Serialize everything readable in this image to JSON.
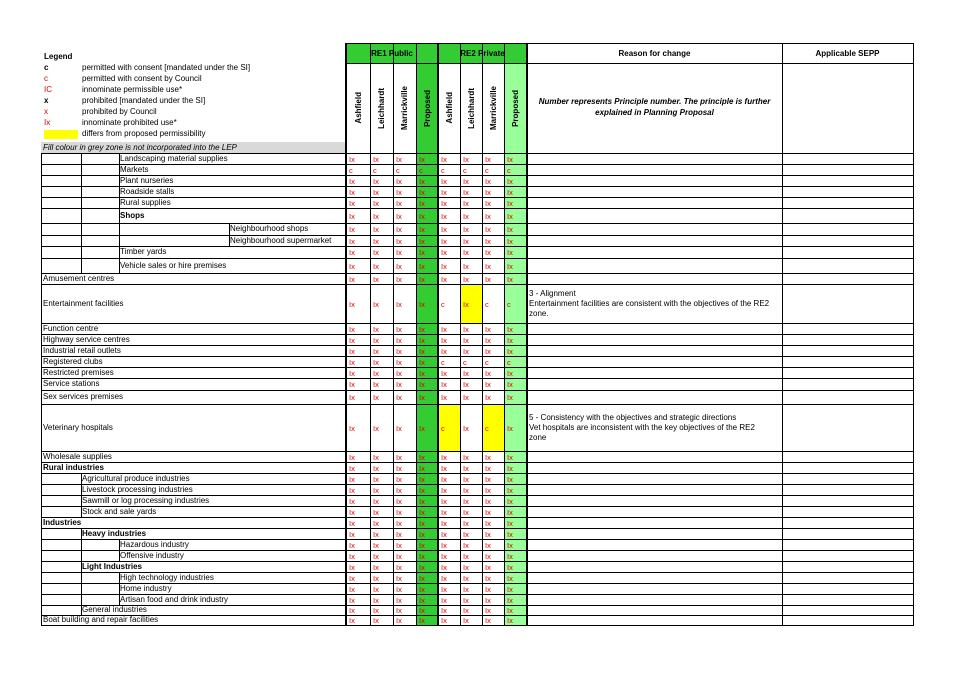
{
  "legend": {
    "title": "Legend",
    "items": [
      {
        "code": "c",
        "desc": "permitted with consent [mandated under the SI]",
        "color": "#000000",
        "bold": true
      },
      {
        "code": "c",
        "desc": "permitted with consent by Council",
        "color": "#e00000",
        "bold": false
      },
      {
        "code": "IC",
        "desc": "innominate permissible use*",
        "color": "#e00000",
        "bold": false
      },
      {
        "code": "x",
        "desc": "prohibited [mandated under the SI]",
        "color": "#000000",
        "bold": true
      },
      {
        "code": "x",
        "desc": "prohibited by Council",
        "color": "#e00000",
        "bold": false
      },
      {
        "code": "Ix",
        "desc": "innominate prohibited use*",
        "color": "#e00000",
        "bold": false
      },
      {
        "code": "",
        "desc": "differs from proposed permissibility",
        "color": "#ffff00",
        "bold": false
      }
    ],
    "grey_note": "Fill colour in grey  zone is not incorporated into the LEP"
  },
  "headers": {
    "re1": "RE1 Public",
    "re2": "RE2 Private",
    "reason": "Reason for change",
    "sepp": "Applicable SEPP",
    "columns": [
      "Ashfield",
      "Leichhardt",
      "Marrickville",
      "Proposed"
    ],
    "reason_note": "Number represents Principle number. The principle is further explained in Planning Proposal"
  },
  "colors": {
    "green_header": "#33cc33",
    "proposed_dark": "#33cc33",
    "proposed_light": "#99ff99",
    "highlight": "#ffff00",
    "code_red": "#e00000",
    "grey": "#d9d9d9"
  },
  "rows": [
    {
      "label": "Landscaping material supplies",
      "indent": 2,
      "bold": false,
      "codes": [
        "Ix",
        "Ix",
        "Ix",
        "Ix",
        "Ix",
        "Ix",
        "Ix",
        "Ix"
      ]
    },
    {
      "label": "Markets",
      "indent": 2,
      "bold": false,
      "codes": [
        "c",
        "c",
        "c",
        "c",
        "c",
        "c",
        "c",
        "c"
      ]
    },
    {
      "label": "Plant nurseries",
      "indent": 2,
      "bold": false,
      "codes": [
        "Ix",
        "Ix",
        "Ix",
        "Ix",
        "Ix",
        "Ix",
        "Ix",
        "Ix"
      ]
    },
    {
      "label": "Roadside stalls",
      "indent": 2,
      "bold": false,
      "codes": [
        "Ix",
        "Ix",
        "Ix",
        "Ix",
        "Ix",
        "Ix",
        "Ix",
        "Ix"
      ]
    },
    {
      "label": "Rural supplies",
      "indent": 2,
      "bold": false,
      "codes": [
        "Ix",
        "Ix",
        "Ix",
        "Ix",
        "Ix",
        "Ix",
        "Ix",
        "Ix"
      ]
    },
    {
      "label": "Shops",
      "indent": 2,
      "bold": true,
      "codes": [
        "Ix",
        "Ix",
        "Ix",
        "Ix",
        "Ix",
        "Ix",
        "Ix",
        "Ix"
      ]
    },
    {
      "label": "Neighbourhood shops",
      "indent": 3,
      "bold": false,
      "codes": [
        "Ix",
        "Ix",
        "Ix",
        "Ix",
        "Ix",
        "Ix",
        "Ix",
        "Ix"
      ]
    },
    {
      "label": "Neighbourhood supermarket",
      "indent": 3,
      "bold": false,
      "codes": [
        "Ix",
        "Ix",
        "Ix",
        "Ix",
        "Ix",
        "Ix",
        "Ix",
        "Ix"
      ]
    },
    {
      "label": "Timber yards",
      "indent": 2,
      "bold": false,
      "codes": [
        "Ix",
        "Ix",
        "Ix",
        "Ix",
        "Ix",
        "Ix",
        "Ix",
        "Ix"
      ]
    },
    {
      "label": "Vehicle sales or hire premises",
      "indent": 2,
      "bold": false,
      "codes": [
        "Ix",
        "Ix",
        "Ix",
        "Ix",
        "Ix",
        "Ix",
        "Ix",
        "Ix"
      ]
    },
    {
      "label": "Amusement centres",
      "indent": 0,
      "bold": false,
      "codes": [
        "Ix",
        "Ix",
        "Ix",
        "Ix",
        "Ix",
        "Ix",
        "Ix",
        "Ix"
      ]
    },
    {
      "label": "Entertainment facilities",
      "indent": 0,
      "bold": false,
      "codes": [
        "Ix",
        "Ix",
        "Ix",
        "Ix",
        "c",
        "Ix",
        "c",
        "c"
      ],
      "reason": [
        "3 -  Alignment",
        "Entertainment facilities are consistent with the objectives of the RE2",
        "zone."
      ]
    },
    {
      "label": "Function centre",
      "indent": 0,
      "bold": false,
      "codes": [
        "Ix",
        "Ix",
        "Ix",
        "Ix",
        "Ix",
        "Ix",
        "Ix",
        "Ix"
      ]
    },
    {
      "label": "Highway service centres",
      "indent": 0,
      "bold": false,
      "codes": [
        "Ix",
        "Ix",
        "Ix",
        "Ix",
        "Ix",
        "Ix",
        "Ix",
        "Ix"
      ]
    },
    {
      "label": "Industrial retail outlets",
      "indent": 0,
      "bold": false,
      "codes": [
        "Ix",
        "Ix",
        "Ix",
        "Ix",
        "Ix",
        "Ix",
        "Ix",
        "Ix"
      ]
    },
    {
      "label": "Registered clubs",
      "indent": 0,
      "bold": false,
      "codes": [
        "Ix",
        "Ix",
        "Ix",
        "Ix",
        "c",
        "c",
        "c",
        "c"
      ]
    },
    {
      "label": "Restricted premises",
      "indent": 0,
      "bold": false,
      "codes": [
        "Ix",
        "Ix",
        "Ix",
        "Ix",
        "Ix",
        "Ix",
        "Ix",
        "Ix"
      ]
    },
    {
      "label": "Service stations",
      "indent": 0,
      "bold": false,
      "codes": [
        "Ix",
        "Ix",
        "Ix",
        "Ix",
        "Ix",
        "Ix",
        "Ix",
        "Ix"
      ]
    },
    {
      "label": "Sex services premises",
      "indent": 0,
      "bold": false,
      "codes": [
        "Ix",
        "Ix",
        "Ix",
        "Ix",
        "Ix",
        "Ix",
        "Ix",
        "Ix"
      ]
    },
    {
      "label": "Veterinary hospitals",
      "indent": 0,
      "bold": false,
      "codes": [
        "Ix",
        "Ix",
        "Ix",
        "Ix",
        "c",
        "Ix",
        "c",
        "Ix"
      ],
      "reason": [
        "5 - Consistency with the objectives and strategic directions",
        "Vet hospitals are inconsistent with the key  objectives  of the RE2",
        "zone"
      ]
    },
    {
      "label": "Wholesale supplies",
      "indent": 0,
      "bold": false,
      "codes": [
        "Ix",
        "Ix",
        "Ix",
        "Ix",
        "Ix",
        "Ix",
        "Ix",
        "Ix"
      ]
    },
    {
      "label": "Rural industries",
      "indent": 0,
      "bold": true,
      "codes": [
        "Ix",
        "Ix",
        "Ix",
        "Ix",
        "Ix",
        "Ix",
        "Ix",
        "Ix"
      ]
    },
    {
      "label": "Agricultural produce industries",
      "indent": 1,
      "bold": false,
      "codes": [
        "Ix",
        "Ix",
        "Ix",
        "Ix",
        "Ix",
        "Ix",
        "Ix",
        "Ix"
      ]
    },
    {
      "label": "Livestock processing industries",
      "indent": 1,
      "bold": false,
      "codes": [
        "Ix",
        "Ix",
        "Ix",
        "Ix",
        "Ix",
        "Ix",
        "Ix",
        "Ix"
      ]
    },
    {
      "label": "Sawmill or log processing industries",
      "indent": 1,
      "bold": false,
      "codes": [
        "Ix",
        "Ix",
        "Ix",
        "Ix",
        "Ix",
        "Ix",
        "Ix",
        "Ix"
      ]
    },
    {
      "label": "Stock and sale yards",
      "indent": 1,
      "bold": false,
      "codes": [
        "Ix",
        "Ix",
        "Ix",
        "Ix",
        "Ix",
        "Ix",
        "Ix",
        "Ix"
      ]
    },
    {
      "label": "Industries",
      "indent": 0,
      "bold": true,
      "codes": [
        "Ix",
        "Ix",
        "Ix",
        "Ix",
        "Ix",
        "Ix",
        "Ix",
        "Ix"
      ]
    },
    {
      "label": "Heavy industries",
      "indent": 1,
      "bold": true,
      "codes": [
        "Ix",
        "Ix",
        "Ix",
        "Ix",
        "Ix",
        "Ix",
        "Ix",
        "Ix"
      ]
    },
    {
      "label": "Hazardous industry",
      "indent": 2,
      "bold": false,
      "codes": [
        "Ix",
        "Ix",
        "Ix",
        "Ix",
        "Ix",
        "Ix",
        "Ix",
        "Ix"
      ]
    },
    {
      "label": "Offensive industry",
      "indent": 2,
      "bold": false,
      "codes": [
        "Ix",
        "Ix",
        "Ix",
        "Ix",
        "Ix",
        "Ix",
        "Ix",
        "Ix"
      ]
    },
    {
      "label": "Light Industries",
      "indent": 1,
      "bold": true,
      "codes": [
        "Ix",
        "Ix",
        "Ix",
        "Ix",
        "Ix",
        "Ix",
        "Ix",
        "Ix"
      ]
    },
    {
      "label": "High technology industries",
      "indent": 2,
      "bold": false,
      "codes": [
        "Ix",
        "Ix",
        "Ix",
        "Ix",
        "Ix",
        "Ix",
        "Ix",
        "Ix"
      ]
    },
    {
      "label": "Home industry",
      "indent": 2,
      "bold": false,
      "codes": [
        "Ix",
        "Ix",
        "Ix",
        "Ix",
        "Ix",
        "Ix",
        "Ix",
        "Ix"
      ]
    },
    {
      "label": "Artisan food and drink industry",
      "indent": 2,
      "bold": false,
      "codes": [
        "Ix",
        "Ix",
        "Ix",
        "Ix",
        "Ix",
        "Ix",
        "Ix",
        "Ix"
      ]
    },
    {
      "label": "General industries",
      "indent": 1,
      "bold": false,
      "codes": [
        "Ix",
        "Ix",
        "Ix",
        "Ix",
        "Ix",
        "Ix",
        "Ix",
        "Ix"
      ]
    },
    {
      "label": "Boat building and repair facilities",
      "indent": 0,
      "bold": false,
      "codes": [
        "Ix",
        "Ix",
        "Ix",
        "Ix",
        "Ix",
        "Ix",
        "Ix",
        "Ix"
      ]
    }
  ],
  "highlights": [
    {
      "row": 11,
      "col": 5
    },
    {
      "row": 19,
      "col": 4
    },
    {
      "row": 19,
      "col": 6
    }
  ]
}
